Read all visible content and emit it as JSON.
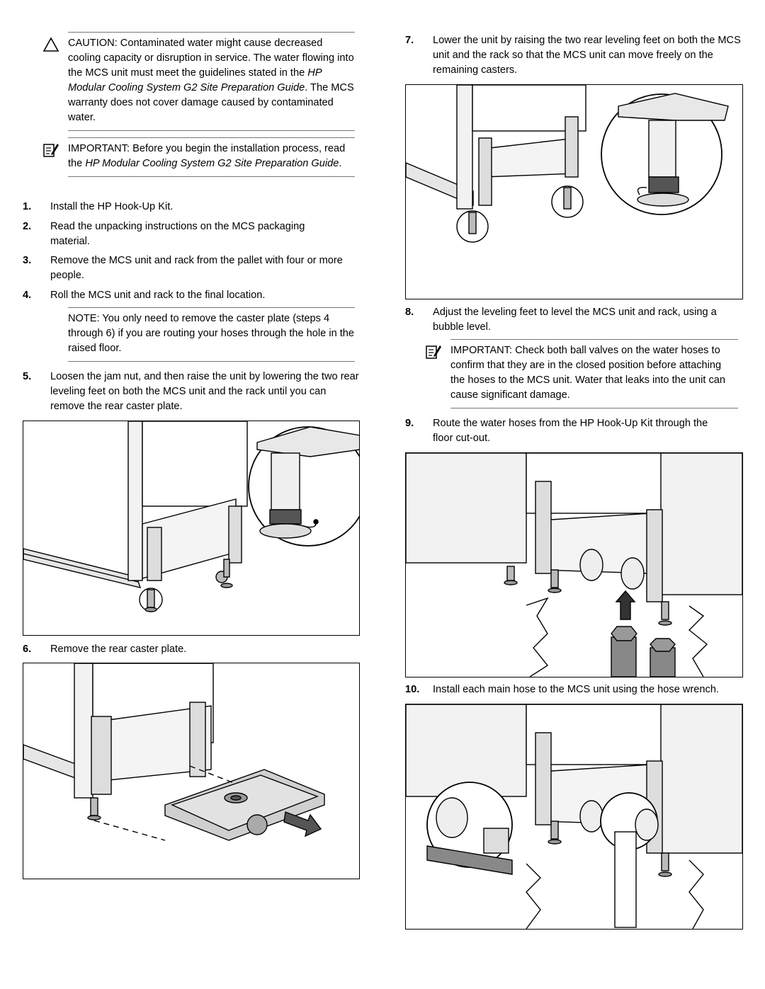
{
  "caution": {
    "label": "CAUTION:",
    "text_1": "Contaminated water might cause decreased cooling capacity or disruption in service. The water flowing into the MCS unit must meet the guidelines stated in the",
    "text_ital": "HP Modular Cooling System G2 Site Preparation Guide",
    "text_2": ". The MCS warranty does not cover damage caused by contaminated water."
  },
  "important_1": {
    "label": "IMPORTANT:",
    "text_1": "Before you begin the installation process, read the",
    "text_ital": "HP Modular Cooling System G2 Site Preparation Guide",
    "text_2": "."
  },
  "steps": [
    {
      "num": "1.",
      "text": "Install the HP Hook-Up Kit."
    },
    {
      "num": "2.",
      "text": "Read the unpacking instructions on the MCS packaging material."
    },
    {
      "num": "3.",
      "text": "Remove the MCS unit and rack from the pallet with four or more people."
    },
    {
      "num": "4.",
      "text": "Roll the MCS unit and rack to the final location."
    },
    {
      "num": "5.",
      "text": "Loosen the jam nut, and then raise the unit by lowering the two rear leveling feet on both the MCS unit and the rack until you can remove the rear caster plate."
    },
    {
      "num": "6.",
      "text": "Remove the rear caster plate."
    },
    {
      "num": "7.",
      "text": "Lower the unit by raising the two rear leveling feet on both the MCS unit and the rack so that the MCS unit can move freely on the remaining casters."
    },
    {
      "num": "8.",
      "text": "Adjust the leveling feet to level the MCS unit and rack, using a bubble level."
    },
    {
      "num": "9.",
      "text": "Route the water hoses from the HP Hook-Up Kit through the floor cut-out."
    },
    {
      "num": "10.",
      "text": "Install each main hose to the MCS unit using the hose wrench."
    }
  ],
  "note": {
    "label": "NOTE:",
    "text": "You only need to remove the caster plate (steps 4 through 6) if you are routing your hoses through the hole in the raised floor."
  },
  "important_2": {
    "label": "IMPORTANT:",
    "text": "Check both ball valves on the water hoses to confirm that they are in the closed position before attaching the hoses to the MCS unit. Water that leaks into the unit can cause significant damage."
  },
  "icons": {
    "caution": "caution-triangle-icon",
    "important": "important-note-icon"
  }
}
